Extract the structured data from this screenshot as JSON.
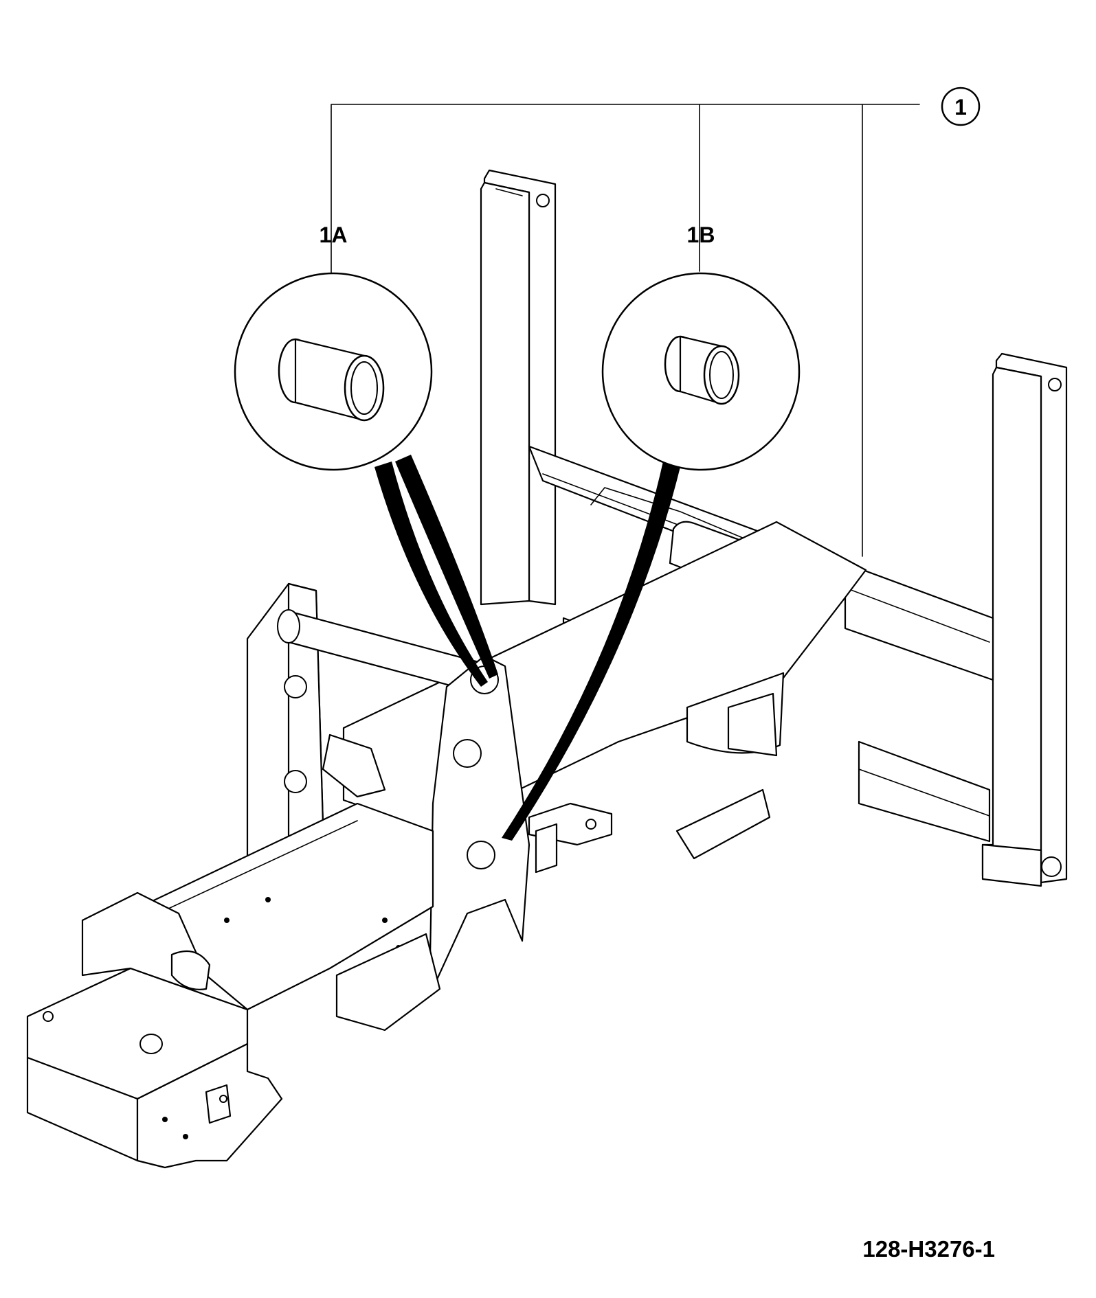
{
  "callouts": {
    "main": "1",
    "left": "1A",
    "right": "1B"
  },
  "drawing_number": "128-H3276-1",
  "colors": {
    "line": "#000000",
    "background": "#ffffff"
  }
}
